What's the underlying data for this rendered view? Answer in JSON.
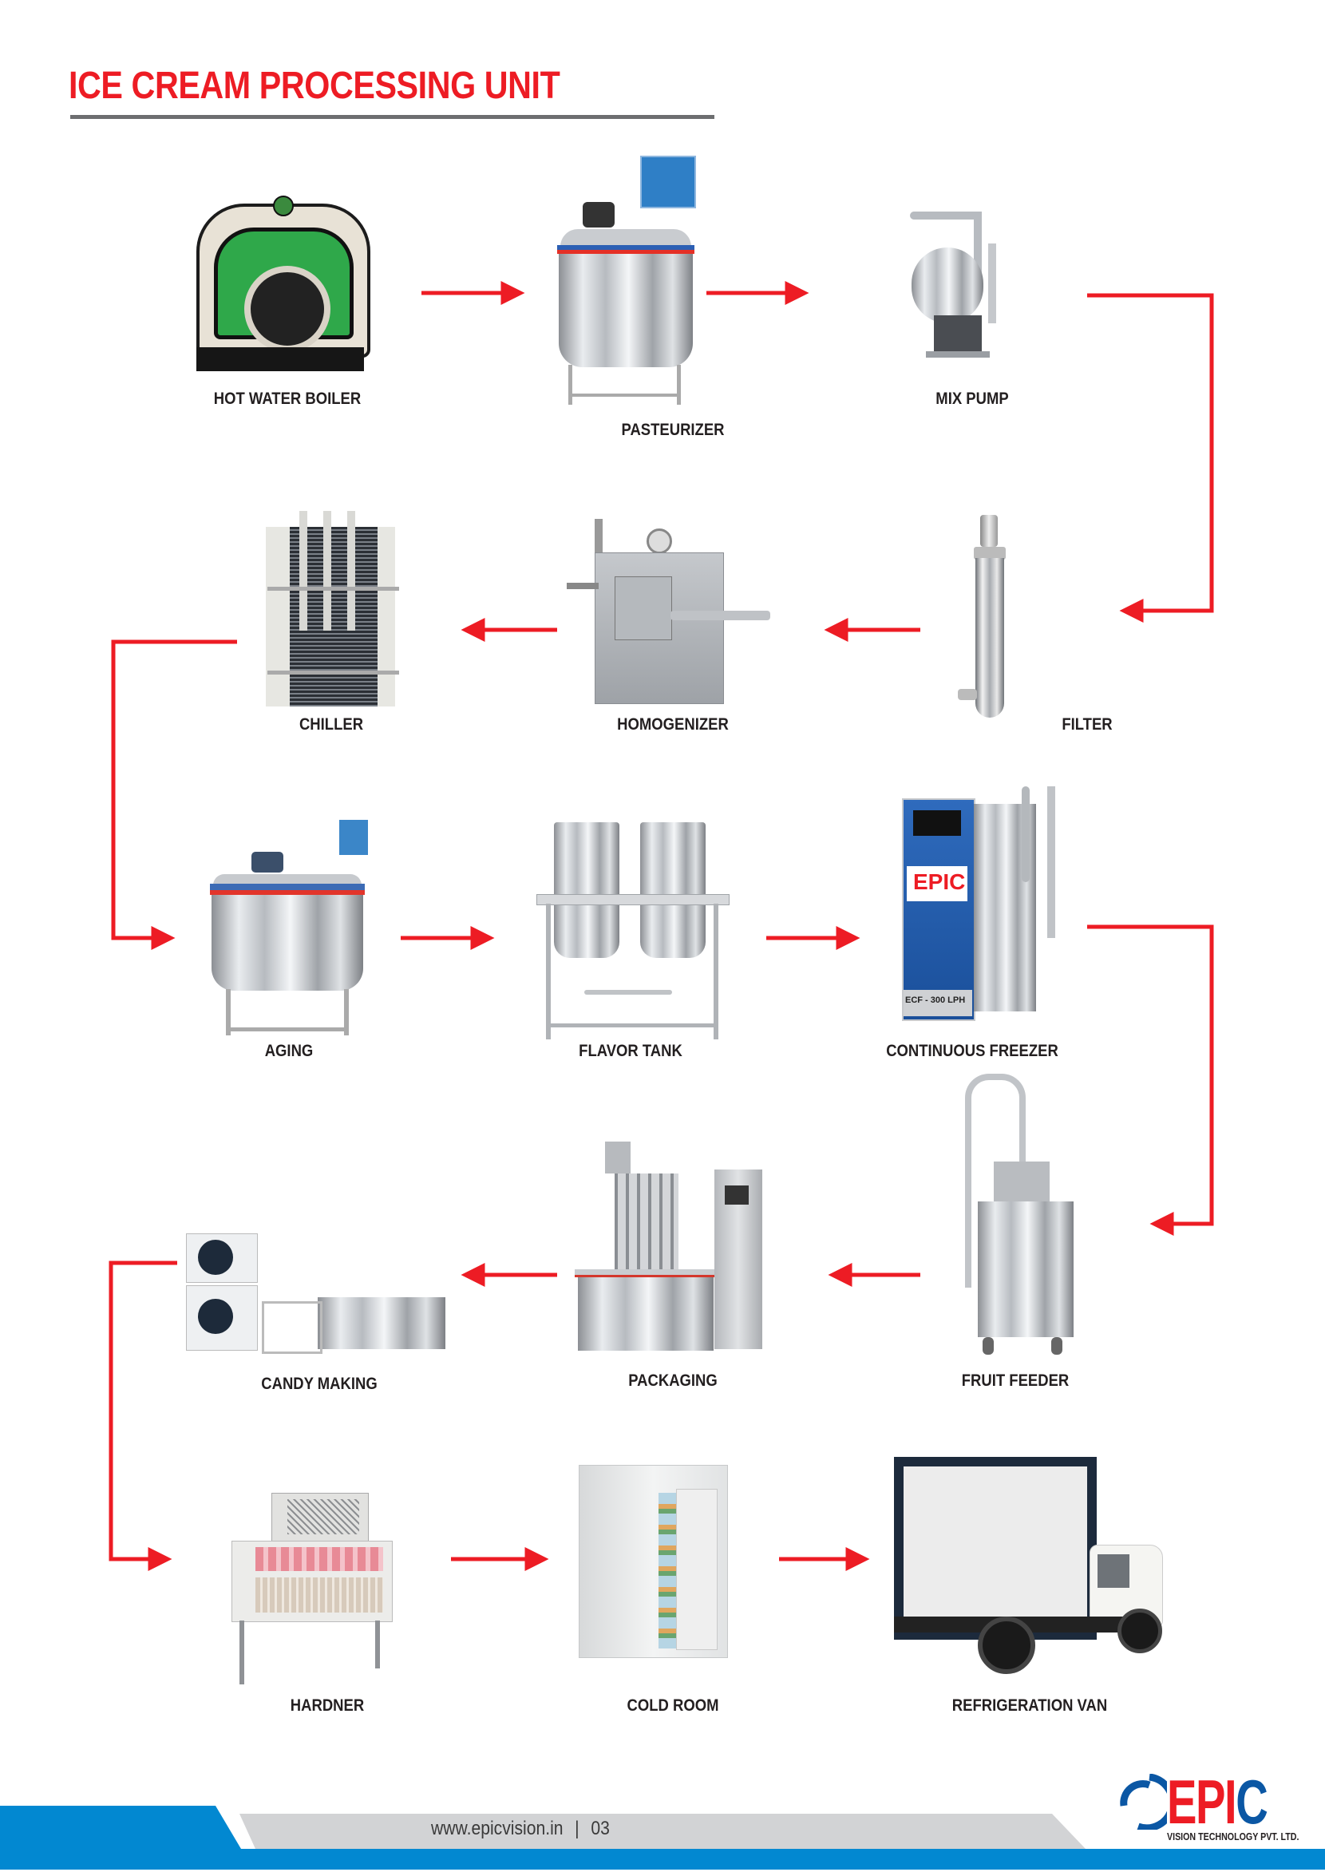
{
  "page": {
    "title": "ICE CREAM PROCESSING UNIT",
    "accent_color": "#ed1c24",
    "rule_color": "#6d6e70"
  },
  "steps": [
    {
      "id": 1,
      "label": "HOT WATER BOILER",
      "icon": "boiler-icon"
    },
    {
      "id": 2,
      "label": "PASTEURIZER",
      "icon": "pasteurizer-tank-icon"
    },
    {
      "id": 3,
      "label": "MIX PUMP",
      "icon": "centrifugal-pump-icon"
    },
    {
      "id": 4,
      "label": "FILTER",
      "icon": "pipe-filter-icon"
    },
    {
      "id": 5,
      "label": "HOMOGENIZER",
      "icon": "homogenizer-icon"
    },
    {
      "id": 6,
      "label": "CHILLER",
      "icon": "plate-heat-exchanger-icon"
    },
    {
      "id": 7,
      "label": "AGING",
      "icon": "aging-vat-icon"
    },
    {
      "id": 8,
      "label": "FLAVOR TANK",
      "icon": "twin-tank-icon"
    },
    {
      "id": 9,
      "label": "CONTINUOUS FREEZER",
      "icon": "continuous-freezer-icon",
      "panel_text": "ECF - 300 LPH",
      "panel_brand": "EPIC"
    },
    {
      "id": 10,
      "label": "FRUIT FEEDER",
      "icon": "fruit-feeder-icon"
    },
    {
      "id": 11,
      "label": "PACKAGING",
      "icon": "cup-filling-machine-icon"
    },
    {
      "id": 12,
      "label": "CANDY MAKING",
      "icon": "candy-plant-icon"
    },
    {
      "id": 13,
      "label": "HARDNER",
      "icon": "hardening-cabinet-icon"
    },
    {
      "id": 14,
      "label": "COLD ROOM",
      "icon": "cold-room-icon"
    },
    {
      "id": 15,
      "label": "REFRIGERATION VAN",
      "icon": "refrigerated-truck-icon"
    }
  ],
  "flow": {
    "order": [
      1,
      2,
      3,
      4,
      5,
      6,
      7,
      8,
      9,
      10,
      11,
      12,
      13,
      14,
      15
    ],
    "arrow_color": "#ed1c24"
  },
  "footer": {
    "website": "www.epicvision.in",
    "separator": "|",
    "page_number": "03",
    "brand_color": "#0288d1",
    "band_color": "#d2d3d5"
  },
  "logo": {
    "name": "EPIC",
    "tagline": "VISION TECHNOLOGY PVT. LTD.",
    "red": "#ed1c24",
    "blue": "#0b57a4"
  }
}
